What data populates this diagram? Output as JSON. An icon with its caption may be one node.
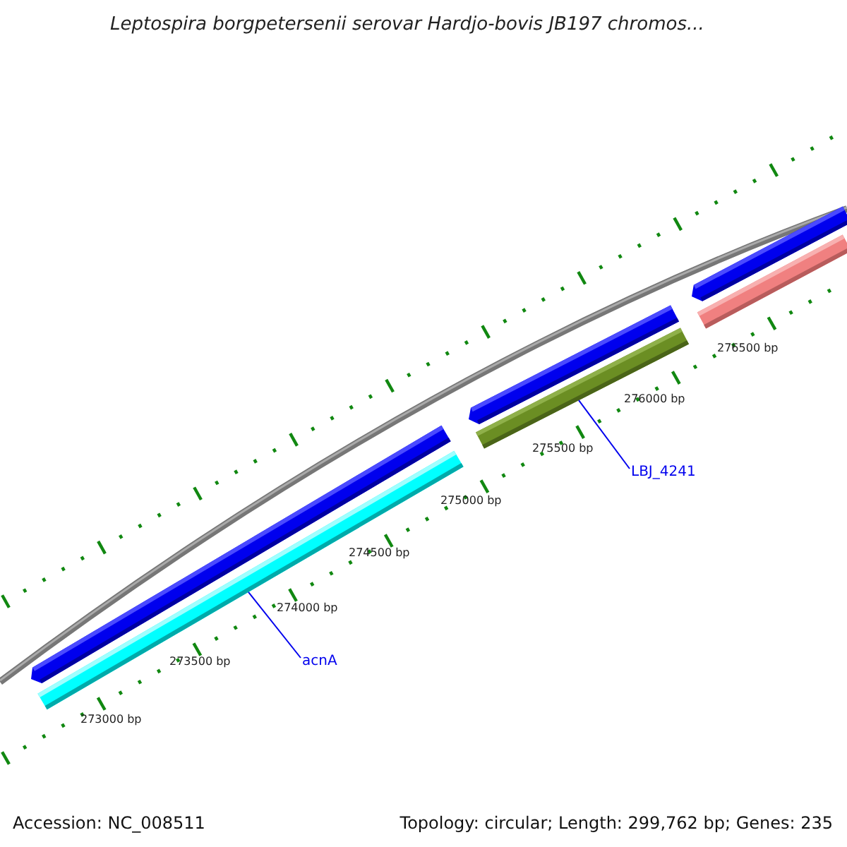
{
  "diagram": {
    "title": "Leptospira borgpetersenii serovar Hardjo-bovis JB197 chromos...",
    "nodes": [
      {
        "text": [
          "acnA"
        ]
      },
      {
        "text": [],
        "shape": "bar"
      },
      {
        "text": [
          "LBJ_4241"
        ]
      },
      {
        "text": [],
        "shape": "bar"
      }
    ],
    "edges": [
      {
        "from": 0,
        "to": 1,
        "arrow": "none"
      },
      {
        "from": 2,
        "to": 3,
        "arrow": "none"
      }
    ],
    "labels": [
      "276500 bp",
      "276000 bp",
      "275500 bp",
      "275000 bp",
      "274500 bp",
      "274000 bp",
      "273500 bp",
      "273000 bp",
      "Accession: NC_008511",
      "Topology: circular; Length: 299,762 bp; Genes: 235"
    ]
  }
}
